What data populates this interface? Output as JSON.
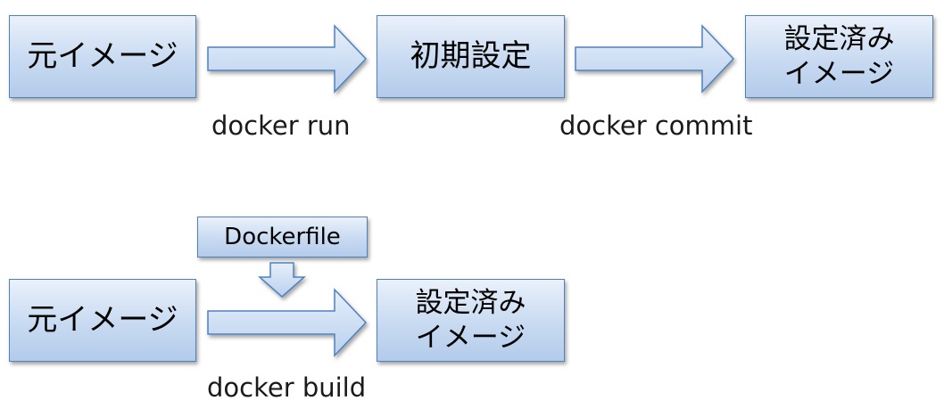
{
  "diagram1": {
    "source_box": "元イメージ",
    "middle_box": "初期設定",
    "result_box_line1": "設定済み",
    "result_box_line2": "イメージ",
    "arrow1_label": "docker run",
    "arrow2_label": "docker commit"
  },
  "diagram2": {
    "source_box": "元イメージ",
    "dockerfile_box": "Dockerfile",
    "result_box_line1": "設定済み",
    "result_box_line2": "イメージ",
    "arrow_label": "docker build"
  },
  "colors": {
    "box_border": "#4f81bd",
    "box_fill_top": "#eaf1fb",
    "box_fill_bottom": "#b3cbea",
    "arrow_fill_top": "#e6effa",
    "arrow_fill_bottom": "#b9d0ee"
  }
}
